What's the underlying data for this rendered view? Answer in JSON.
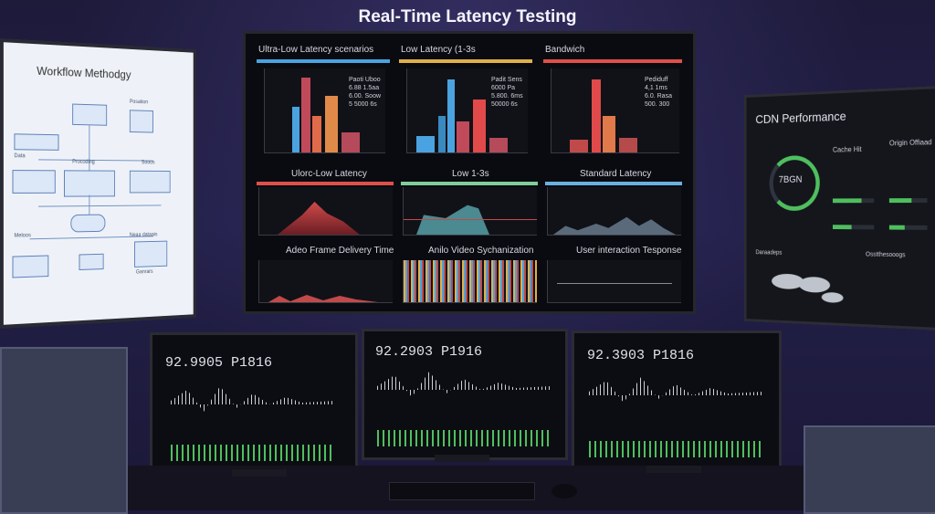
{
  "scene_title": "Real-Time Latency Testing",
  "whiteboard": {
    "title": "Workflow Methodgy",
    "labels": [
      "Data",
      "Procoding",
      "Sooos",
      "Posation",
      "Meloos",
      "Neaa dataais",
      "Ganrars"
    ]
  },
  "main_monitor": {
    "top_panels": [
      {
        "title": "Ultra-Low Latency scenarios",
        "color": "#4aa3e0",
        "stats": [
          "Paoti Uboo",
          "6.88 1.5aa",
          "6.00. Soow",
          "5 5000 6s"
        ]
      },
      {
        "title": "Low Latency (1-3s",
        "color": "#e0b04a",
        "stats": [
          "Padit Sens",
          "6000 Pa",
          "5.800. 6ms",
          "50000 6s"
        ]
      },
      {
        "title": "Bandwich",
        "color": "#e0504a",
        "stats": [
          "Pediduff",
          "4,1 1ms",
          "6.0. Rasa",
          "500. 300"
        ]
      }
    ],
    "mid_panels": [
      {
        "title": "Ulorc-Low Latency",
        "color": "#e0504a"
      },
      {
        "title": "Low 1-3s",
        "color": "#7fcf9a"
      },
      {
        "title": "Standard Latency",
        "color": "#6ab0e0"
      }
    ],
    "bottom_panels": [
      {
        "title": "Adeo Frame Delivery Time"
      },
      {
        "title": "Anilo Video Sychanization"
      },
      {
        "title": "User interaction Tesponse"
      }
    ]
  },
  "cdn_monitor": {
    "title": "CDN Performance",
    "gauge_label": "7BGN",
    "gauge_fraction": 0.8,
    "col_cache": "Cache Hit",
    "col_origin": "Origin Offiaad",
    "map_label": "Daraadeps",
    "right_label": "Osstthesooogs"
  },
  "bottom_monitors": [
    {
      "readout": "92.9905 P1816"
    },
    {
      "readout": "92.2903 P1916"
    },
    {
      "readout": "92.3903 P1816"
    }
  ]
}
